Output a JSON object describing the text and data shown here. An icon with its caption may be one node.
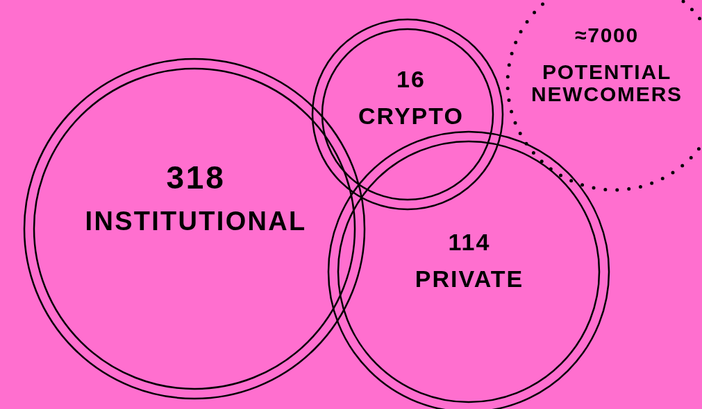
{
  "diagram": {
    "nodes": [
      {
        "text": [
          "318",
          "INSTITUTIONAL"
        ]
      },
      {
        "text": [
          "16",
          "CRYPTO"
        ]
      },
      {
        "text": [
          "114",
          "PRIVATE"
        ]
      },
      {
        "text": [
          "≈7000",
          "POTENTIAL NEWCOMERS"
        ]
      }
    ]
  }
}
